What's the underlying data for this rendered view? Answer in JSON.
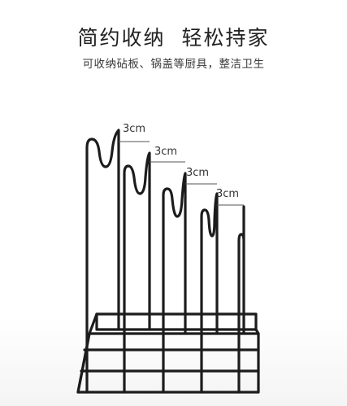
{
  "header": {
    "title": "简约收纳  轻松持家",
    "subtitle": "可收纳砧板、锅盖等厨具，整洁卫生"
  },
  "product": {
    "name": "rack",
    "dimensions": [
      "3cm",
      "3cm",
      "3cm",
      "3cm"
    ],
    "wire_color": "#1c1c1c"
  }
}
